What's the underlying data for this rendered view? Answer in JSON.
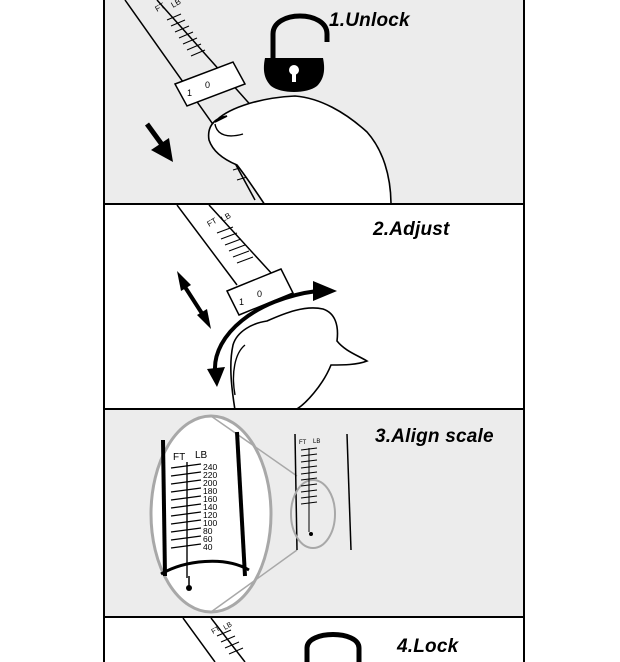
{
  "steps": [
    {
      "title": "1.Unlock"
    },
    {
      "title": "2.Adjust"
    },
    {
      "title": "3.Align scale"
    },
    {
      "title": "4.Lock"
    }
  ],
  "wrench": {
    "unit_ft": "FT",
    "unit_lb": "LB",
    "collar_digits": [
      "1",
      "0"
    ]
  },
  "scale": {
    "ticks": [
      "240",
      "220",
      "200",
      "180",
      "160",
      "140",
      "120",
      "100",
      "80",
      "60",
      "40"
    ]
  },
  "icons": [
    "open-padlock-icon",
    "down-arrow-icon",
    "double-arrow-icon",
    "curved-arrow-icon",
    "closed-padlock-icon"
  ]
}
